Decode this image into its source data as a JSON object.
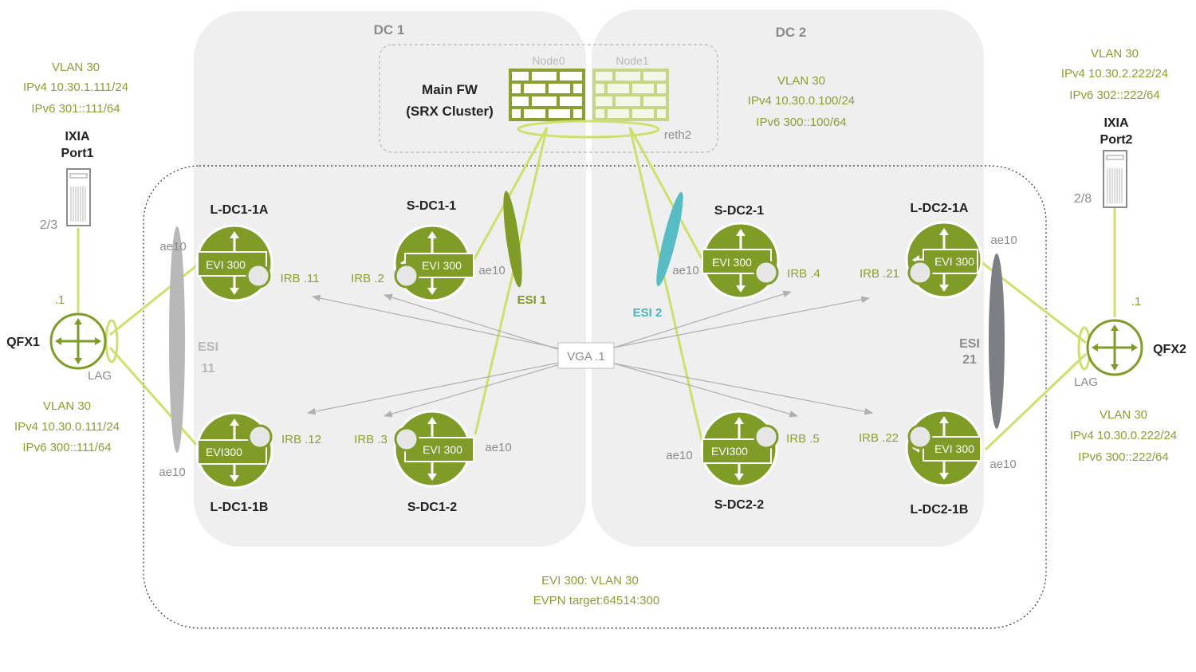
{
  "colors": {
    "green": "#7f9c26",
    "text_green": "#8aa030",
    "lime_link": "#cfe06a",
    "dc_background": "#efefef",
    "esi_gray": "#b5b5b5",
    "esi_dark": "#7c7f84",
    "teal": "#58bcc4"
  },
  "datacenters": {
    "dc1": "DC 1",
    "dc2": "DC 2"
  },
  "firewall": {
    "title_line1": "Main FW",
    "title_line2": "(SRX Cluster)",
    "node0": "Node0",
    "node1": "Node1",
    "reth": "reth2"
  },
  "dc2_info": {
    "vlan": "VLAN 30",
    "ipv4": "IPv4 10.30.0.100/24",
    "ipv6": "IPv6 300::100/64"
  },
  "ixia_port1": {
    "vlan": "VLAN 30",
    "ipv4": "IPv4 10.30.1.111/24",
    "ipv6": "IPv6 301::111/64",
    "label_line1": "IXIA",
    "label_line2": "Port1",
    "port": "2/3",
    "addr": ".1"
  },
  "ixia_port2": {
    "vlan": "VLAN 30",
    "ipv4": "IPv4 10.30.2.222/24",
    "ipv6": "IPv6 302::222/64",
    "label_line1": "IXIA",
    "label_line2": "Port2",
    "port": "2/8",
    "addr": ".1"
  },
  "qfx1": {
    "name": "QFX1",
    "lag": "LAG",
    "vlan": "VLAN 30",
    "ipv4": "IPv4 10.30.0.111/24",
    "ipv6": "IPv6 300::111/64"
  },
  "qfx2": {
    "name": "QFX2",
    "lag": "LAG",
    "vlan": "VLAN 30",
    "ipv4": "IPv4 10.30.0.222/24",
    "ipv6": "IPv6 300::222/64"
  },
  "devices": {
    "l_dc1_1a": {
      "name": "L-DC1-1A",
      "evi": "EVI 300",
      "irb": "IRB .11",
      "ae": "ae10"
    },
    "l_dc1_1b": {
      "name": "L-DC1-1B",
      "evi": "EVI300",
      "irb": "IRB .12",
      "ae": "ae10"
    },
    "s_dc1_1": {
      "name": "S-DC1-1",
      "evi": "EVI 300",
      "irb": "IRB .2",
      "ae": "ae10"
    },
    "s_dc1_2": {
      "name": "S-DC1-2",
      "evi": "EVI 300",
      "irb": "IRB .3",
      "ae": "ae10"
    },
    "s_dc2_1": {
      "name": "S-DC2-1",
      "evi": "EVI 300",
      "irb": "IRB .4",
      "ae": "ae10"
    },
    "s_dc2_2": {
      "name": "S-DC2-2",
      "evi": "EVI300",
      "irb": "IRB .5",
      "ae": "ae10"
    },
    "l_dc2_1a": {
      "name": "L-DC2-1A",
      "evi": "EVI 300",
      "irb": "IRB .21",
      "ae": "ae10"
    },
    "l_dc2_1b": {
      "name": "L-DC2-1B",
      "evi": "EVI 300",
      "irb": "IRB .22",
      "ae": "ae10"
    }
  },
  "esi": {
    "esi1": "ESI 1",
    "esi2": "ESI 2",
    "esi11_line1": "ESI",
    "esi11_line2": "11",
    "esi21_line1": "ESI",
    "esi21_line2": "21"
  },
  "vga": "VGA .1",
  "footer": {
    "line1": "EVI 300: VLAN 30",
    "line2": "EVPN target:64514:300"
  },
  "icons": [
    "router-icon",
    "firewall-icon",
    "server-icon",
    "irb-interface-icon"
  ]
}
